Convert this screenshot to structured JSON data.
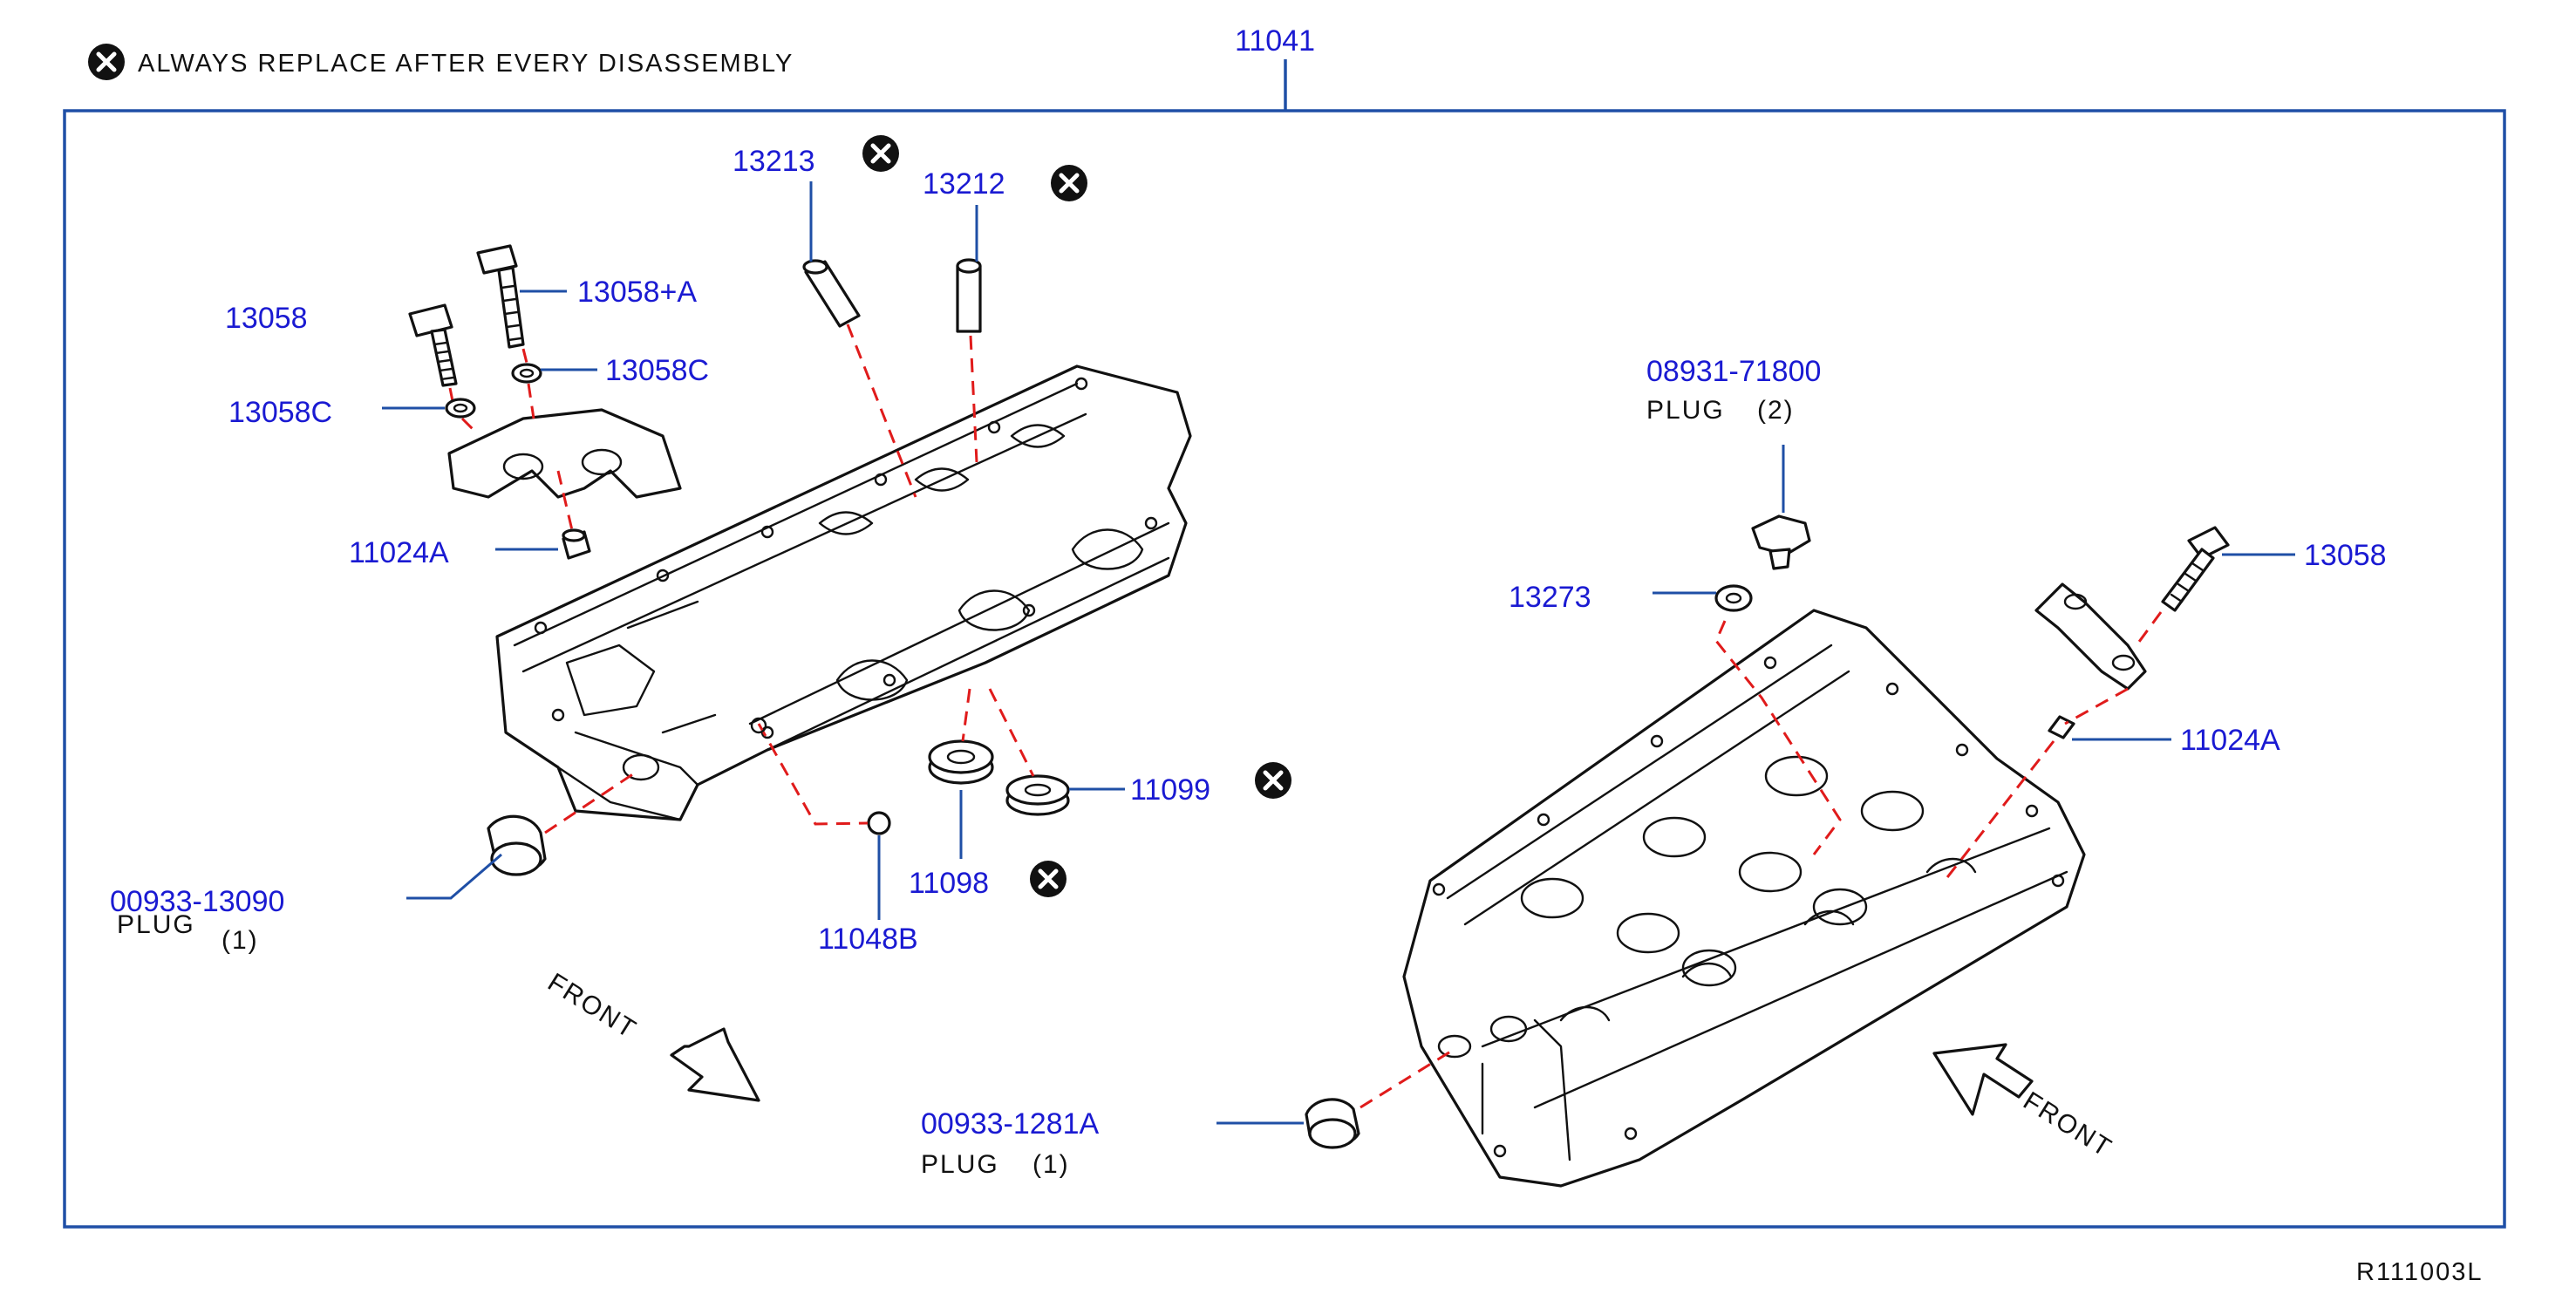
{
  "legend": {
    "icon": "cross-circle-icon",
    "text": "ALWAYS REPLACE AFTER EVERY DISASSEMBLY"
  },
  "assembly_number": "11041",
  "diagram_code": "R111003L",
  "colors": {
    "part_number": "#1a1ad2",
    "leader_line": "#1f4fa6",
    "alignment_dash": "#e01b1b",
    "outline": "#111111"
  },
  "front_labels": {
    "left": "FRONT",
    "right": "FRONT"
  },
  "callouts": {
    "p13213": "13213",
    "p13212": "13212",
    "p13058_top_left": "13058",
    "p13058_plus_a": "13058+A",
    "p13058c_right": "13058C",
    "p13058c_left": "13058C",
    "p11024a_left": "11024A",
    "p00933_13090": {
      "number": "00933-13090",
      "name": "PLUG",
      "qty": "(1)"
    },
    "p11048b": "11048B",
    "p11098": "11098",
    "p11099": "11099",
    "p08931_71800": {
      "number": "08931-71800",
      "name": "PLUG",
      "qty": "(2)"
    },
    "p13273": "13273",
    "p13058_right": "13058",
    "p11024a_right": "11024A",
    "p00933_1281a": {
      "number": "00933-1281A",
      "name": "PLUG",
      "qty": "(1)"
    }
  }
}
